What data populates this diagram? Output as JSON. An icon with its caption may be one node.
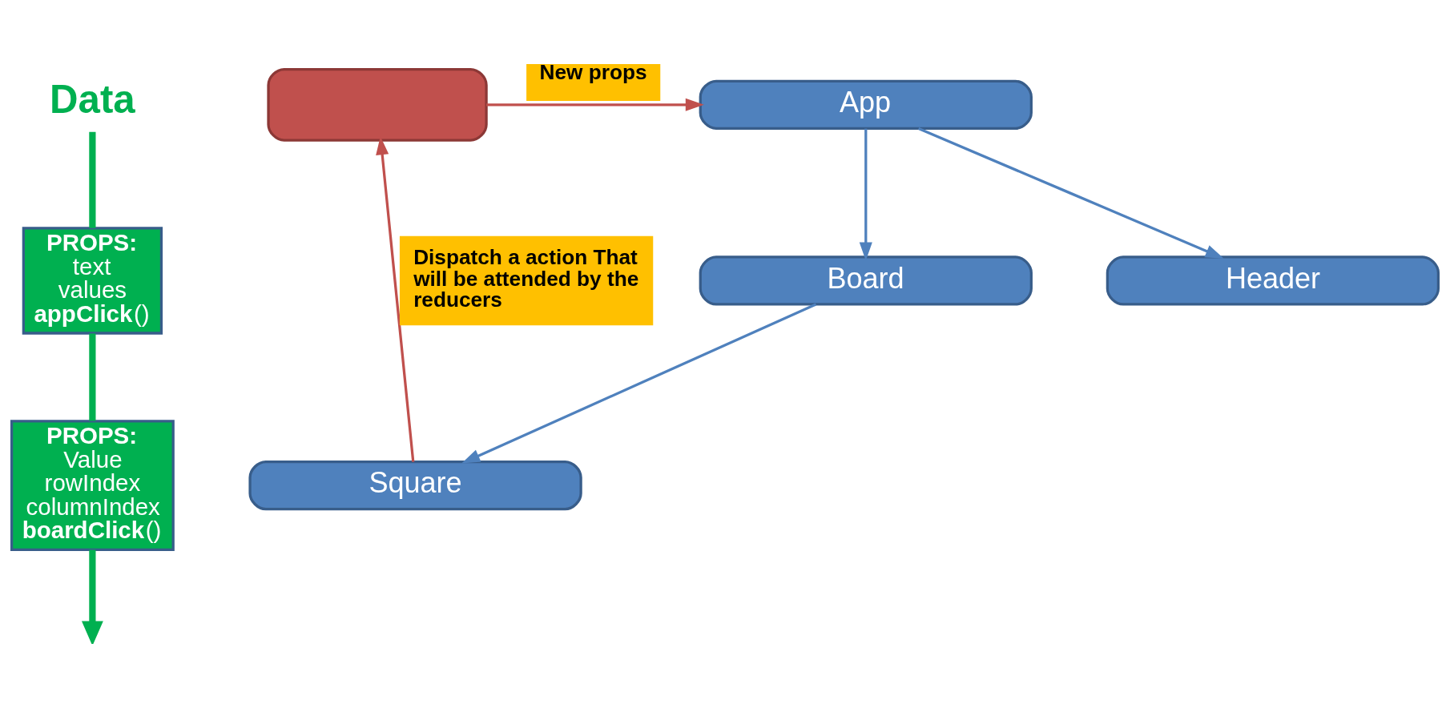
{
  "diagram": {
    "nodes": [
      {
        "text": [
          "Data"
        ]
      },
      {
        "text": [
          "**PROPS:**",
          "text",
          "values",
          "**appClick**()"
        ]
      },
      {
        "text": [
          "**PROPS:**",
          "Value",
          "rowIndex",
          "columnIndex",
          "**boardClick**()"
        ]
      },
      {
        "text": [
          "App"
        ]
      },
      {
        "text": [
          "Header"
        ]
      },
      {
        "text": [
          "Board"
        ]
      },
      {
        "text": [
          "Square"
        ]
      },
      {
        "text": [],
        "shape": "box"
      }
    ],
    "edges": [
      {
        "from": 0,
        "to": 1,
        "arrow": "none",
        "color": "#00b050",
        "style": "thick"
      },
      {
        "from": 1,
        "to": 2,
        "arrow": "none",
        "color": "#00b050",
        "style": "thick"
      },
      {
        "from": 2,
        "to": null,
        "arrow": "to",
        "color": "#00b050",
        "style": "thick"
      },
      {
        "from": 3,
        "to": 4,
        "arrow": "to",
        "color": "#4f81bd"
      },
      {
        "from": 3,
        "to": 5,
        "arrow": "to",
        "color": "#4f81bd"
      },
      {
        "from": 5,
        "to": 6,
        "arrow": "to",
        "color": "#4f81bd"
      },
      {
        "from": 6,
        "to": 7,
        "arrow": "to",
        "color": "#c0504d",
        "label": "Dispatch a action That will be attended by the reducers"
      },
      {
        "from": 7,
        "to": 3,
        "arrow": "to",
        "color": "#c0504d",
        "label": "New props"
      }
    ]
  }
}
